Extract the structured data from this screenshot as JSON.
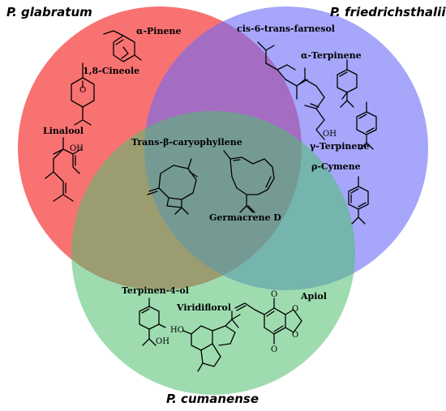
{
  "sets": {
    "glabratum": {
      "label": "P. glabratum",
      "color": "#f96a6a"
    },
    "friedrichsthalii": {
      "label": "P. friedrichsthalii",
      "color": "#6b6bf9"
    },
    "cumanense": {
      "label": "P. cumanense",
      "color": "#4fbf70"
    }
  },
  "compounds": {
    "alpha_pinene": "α-Pinene",
    "cineole": "1,8-Cineole",
    "linalool": "Linalool",
    "farnesol": "cis-6-trans-farnesol",
    "alpha_terpinene": "α-Terpinene",
    "gamma_terpinene": "γ-Terpinene",
    "p_cymene": "ρ-Cymene",
    "caryophyllene": "Trans-β-caryophyllene",
    "germacrene": "Germacrene D",
    "terpinen4ol": "Terpinen-4-ol",
    "viridiflorol": "Viridiflorol",
    "apiol": "Apiol"
  },
  "atoms": {
    "oxygen": "O",
    "hydroxyl": "OH",
    "hydroxyl_ho": "HO"
  }
}
